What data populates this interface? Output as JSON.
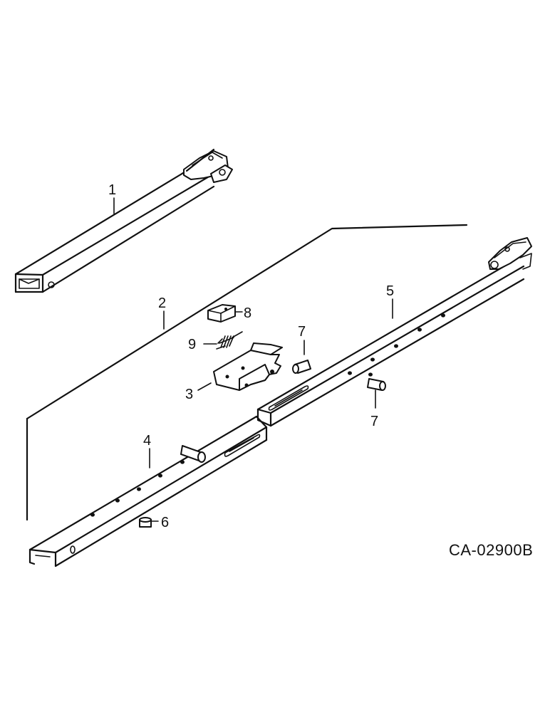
{
  "diagram": {
    "callouts": {
      "c1": "1",
      "c2": "2",
      "c3": "3",
      "c4": "4",
      "c5": "5",
      "c6": "6",
      "c7a": "7",
      "c7b": "7",
      "c8": "8",
      "c9": "9"
    },
    "drawing_code": "CA-02900B",
    "line_color": "#111111",
    "background_color": "#ffffff"
  }
}
